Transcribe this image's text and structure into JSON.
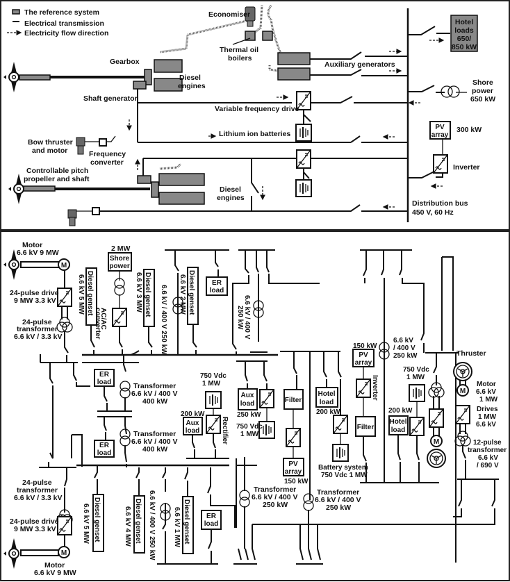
{
  "legend": {
    "reference_system": "The reference system",
    "electrical_transmission": "Electrical transmission",
    "flow_direction": "Electricity flow direction"
  },
  "top": {
    "economiser": "Economiser",
    "thermal_oil_boilers_1": "Thermal oil",
    "thermal_oil_boilers_2": "boilers",
    "gearbox": "Gearbox",
    "diesel_engines_1": "Diesel",
    "diesel_engines_2": "engines",
    "shaft_generator": "Shaft generator",
    "auxiliary_generators": "Auxiliary generators",
    "hotel_loads": [
      "Hotel",
      "loads",
      "650/",
      "850 kW"
    ],
    "shore_power": [
      "Shore",
      "power",
      "650 kW"
    ],
    "vfd": "Variable frequency drive",
    "lithium_batteries": "Lithium ion batteries",
    "bow_thruster_1": "Bow thruster",
    "bow_thruster_2": "and motor",
    "frequency_converter_1": "Frequency",
    "frequency_converter_2": "converter",
    "pv_array_1": "PV",
    "pv_array_2": "array",
    "pv_power": "300 kW",
    "inverter": "Inverter",
    "cpp_1": "Controllable pitch",
    "cpp_2": "propeller and shaft",
    "diesel_engines2_1": "Diesel",
    "diesel_engines2_2": "engines",
    "dist_bus_1": "Distribution bus",
    "dist_bus_2": "450 V, 60 Hz"
  },
  "bottom": {
    "motor_top_1": "Motor",
    "motor_top_2": "6.6 kV 9 MW",
    "drive_top_1": "24-pulse drive",
    "drive_top_2": "9 MW 3.3 kV",
    "xfmr_top_1": "24-pulse",
    "xfmr_top_2": "transformer",
    "xfmr_top_3": "6.6 kV / 3.3 kV",
    "dg_label": "Diesel genset",
    "dg1_rating": "6.6 kV 5 MW",
    "shore_power_mw": "2 MW",
    "shore_1": "Shore",
    "shore_2": "power",
    "acac_1": "AC/AC",
    "acac_2": "converter",
    "dg2_rating": "6.6 kV 3 MW",
    "xf250_a": "6.6 kV / 400 V 250 kW",
    "dg3_rating": "6.6 kV 2 MW",
    "er_1": "ER",
    "er_2": "load",
    "xf_mid_1": "6.6 kV / 400 V",
    "xf_mid_2": "250 kW",
    "transformer": "Transformer",
    "xf400_1": "6.6 kV / 400 V",
    "xf400_2": "400 kW",
    "vdc750": "750 Vdc",
    "mw1": "1 MW",
    "kw200": "200 kW",
    "aux_1": "Aux",
    "aux_2": "load",
    "rectifier": "Rectifier",
    "kw250": "250 kW",
    "filter": "Filter",
    "pv_1": "PV",
    "pv_2": "array",
    "kw150": "150 kW",
    "hotel_1": "Hotel",
    "hotel_2": "load",
    "battery_1": "Battery system",
    "battery_2": "750 Vdc 1 MW",
    "inverter": "Inverter",
    "xf_right_1": "6.6 kV",
    "xf_right_2": "/ 400 V",
    "xf_right_3": "250 kW",
    "thruster": "Thruster",
    "thr_motor": [
      "Motor",
      "6.6 kV",
      "1 MW"
    ],
    "thr_drives": [
      "Drives",
      "1 MW",
      "6.6 kV"
    ],
    "thr_xfmr": [
      "12-pulse",
      "transformer",
      "6.6 kV",
      "/ 690 V"
    ],
    "dg4_rating": "6.6 kV 5 MW",
    "dg5_rating": "6.6 kV 4 MW",
    "xf250_b": "6.6 kV / 400 V 250 kW",
    "dg6_rating": "6.6 kV 1 MW",
    "xf_bot_1": "6.6 kV / 400 V",
    "xf_bot_2": "250 kW",
    "motor_bot_1": "Motor",
    "motor_bot_2": "6.6 kV 9 MW",
    "drive_bot_1": "24-pulse drive",
    "drive_bot_2": "9 MW 3.3 kV",
    "xfmr_bot_1": "24-pulse",
    "xfmr_bot_2": "transformer",
    "xfmr_bot_3": "6.6 kV / 3.3 kV"
  }
}
